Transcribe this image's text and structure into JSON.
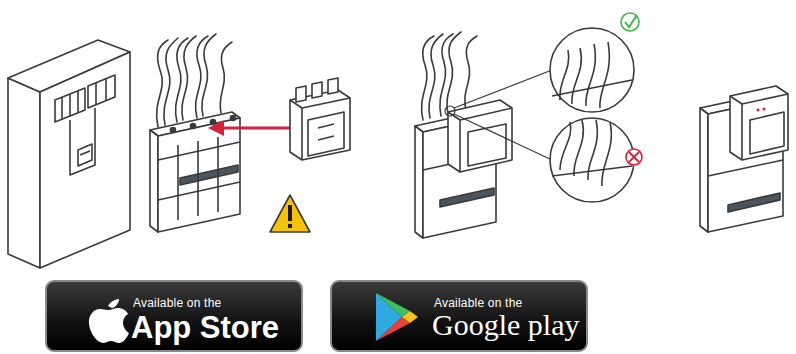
{
  "diagram": {
    "nodes": [
      {
        "text": [
          "Available on the",
          "App Store"
        ]
      },
      {
        "text": [
          "Available on the",
          "Google play"
        ]
      }
    ]
  }
}
